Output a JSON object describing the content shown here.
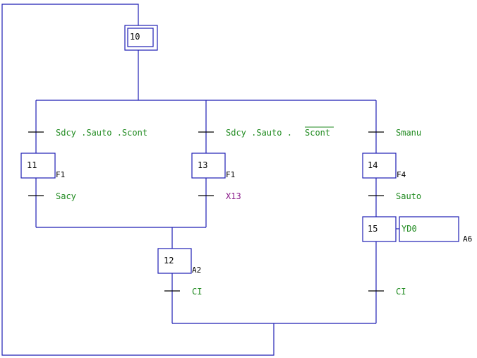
{
  "steps": {
    "s10": {
      "label": "10"
    },
    "s11": {
      "label": "11",
      "tag": "F1"
    },
    "s13": {
      "label": "13",
      "tag": "F1"
    },
    "s14": {
      "label": "14",
      "tag": "F4"
    },
    "s12": {
      "label": "12",
      "tag": "A2"
    },
    "s15": {
      "label": "15",
      "action": "YD0",
      "action_tag": "A6"
    }
  },
  "transitions": {
    "t_11_in": {
      "text": "Sdcy .Sauto .Scont"
    },
    "t_13_in_a": {
      "text": "Sdcy .Sauto ."
    },
    "t_13_in_b": {
      "text": "Scont",
      "negated": true
    },
    "t_14_in": {
      "text": "Smanu"
    },
    "t_11_out": {
      "text": "Sacy"
    },
    "t_13_out": {
      "text": "X13"
    },
    "t_14_out": {
      "text": "Sauto"
    },
    "t_12_out": {
      "text": "CI"
    },
    "t_15_out": {
      "text": "CI"
    }
  },
  "colors": {
    "wire": "#1f1fb4",
    "condition": "#1f8a1f",
    "step_var": "#8b1c8b"
  }
}
